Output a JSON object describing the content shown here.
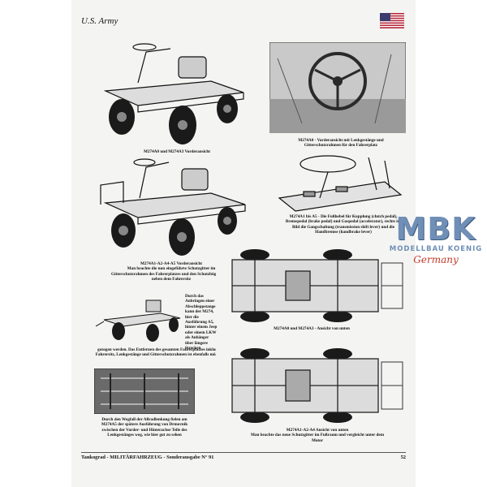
{
  "header": {
    "title": "U.S. Army"
  },
  "captions": {
    "c1": "M274A0 und M274A3 Vorderansicht",
    "c2": "M274A0 - Vorderansicht mit Lenkgestänge und Gitterschutzrahmen für den Fahrerplatz",
    "c3": "M274A1-A2-A4-A5 Vorderansicht\nMan beachte die nun eingeführte Schutzgitter im Gitterschutzrahmen des Fahrerplatzes und den Schutzbügel rechts neben dem Fahrersitz",
    "c4": "M274A1 bis A5 - Die Fußhebel für Kupplung (clutch pedal), Bremspedal (brake pedal) und Gaspedal (accelerator), rechts im Bild die Gangschaltung (transmission shift lever) und die Handbremse (handbrake lever)",
    "c5": "Durch das Anbringen einer Abschleppstange kann der M274, hier die Ausführung A5, hinter einem Jeep oder einem LKW als Anhänger über längere Strecken",
    "c5b": "gezogen werden. Das Entfernen des gesamten Fahrerplatzes inklusive Fahrersitz, Lenkgestänge und Gitterschutzrahmen ist ebenfalls möglich",
    "c6": "M274A0 und M274A3 - Ansicht von unten",
    "c7": "Durch den Wegfall der Allradlenkung fielen am M274A5 der spätere Ausführung von Drmovnik zwischen der Vorder- und Hinterachse Teile des Lenkgestänges weg, wie hier gut zu sehen",
    "c8": "M274A1-A2-A4 Ansicht von unten\nMan beachte das neue Schutzgitter im Fußraum und vergleicht unter dem Motor"
  },
  "footer": {
    "left": "Tankograd - MILITÄRFAHRZEUG - Sonderausgabe N° 91",
    "page": "52"
  },
  "logo": {
    "main": "MBK",
    "sub": "MODELLBAU KOENIG",
    "script": "Germany"
  },
  "colors": {
    "logo": "#6f8fb6",
    "script": "#c0392b"
  }
}
